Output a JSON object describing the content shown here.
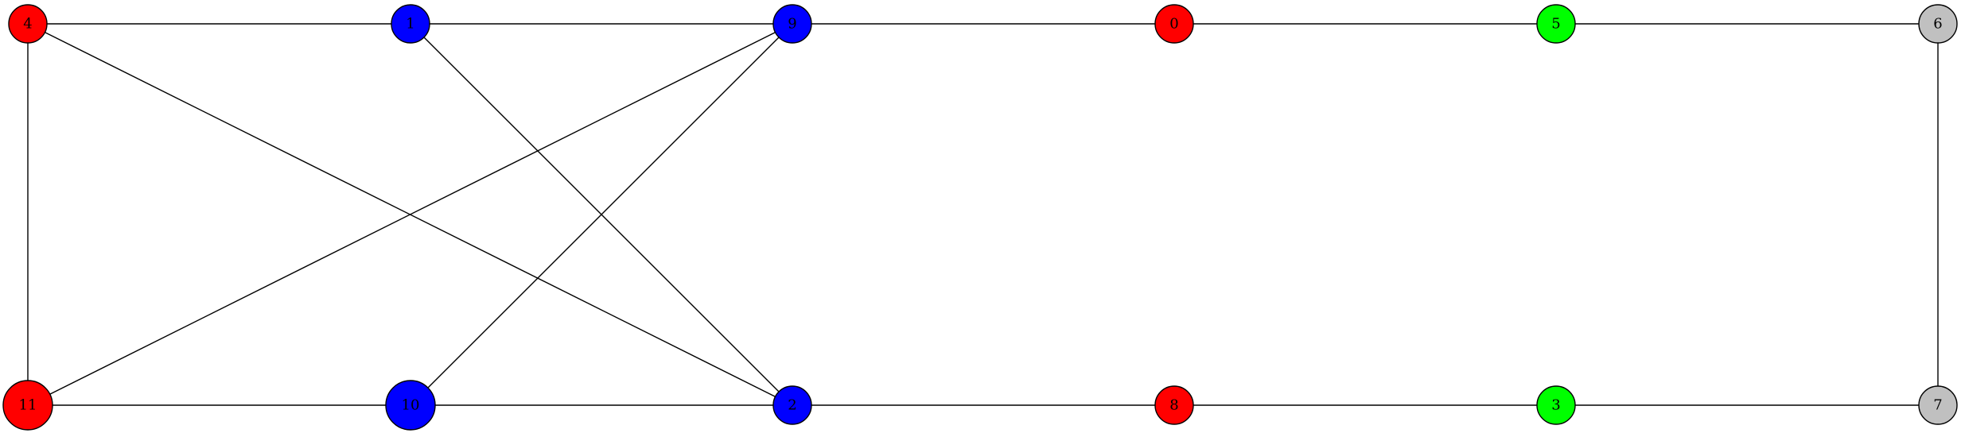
{
  "graph": {
    "nodes": [
      {
        "id": "n0",
        "label": "0",
        "color": "#ff0000"
      },
      {
        "id": "n1",
        "label": "1",
        "color": "#0000ff"
      },
      {
        "id": "n2",
        "label": "2",
        "color": "#0000ff"
      },
      {
        "id": "n3",
        "label": "3",
        "color": "#00ff00"
      },
      {
        "id": "n4",
        "label": "4",
        "color": "#ff0000"
      },
      {
        "id": "n5",
        "label": "5",
        "color": "#00ff00"
      },
      {
        "id": "n6",
        "label": "6",
        "color": "#c0c0c0"
      },
      {
        "id": "n7",
        "label": "7",
        "color": "#c0c0c0"
      },
      {
        "id": "n8",
        "label": "8",
        "color": "#ff0000"
      },
      {
        "id": "n9",
        "label": "9",
        "color": "#0000ff"
      },
      {
        "id": "n10",
        "label": "10",
        "color": "#0000ff"
      },
      {
        "id": "n11",
        "label": "11",
        "color": "#ff0000"
      }
    ],
    "edges": [
      [
        "n4",
        "n1"
      ],
      [
        "n1",
        "n9"
      ],
      [
        "n9",
        "n0"
      ],
      [
        "n0",
        "n5"
      ],
      [
        "n5",
        "n6"
      ],
      [
        "n6",
        "n7"
      ],
      [
        "n7",
        "n3"
      ],
      [
        "n3",
        "n8"
      ],
      [
        "n8",
        "n2"
      ],
      [
        "n2",
        "n10"
      ],
      [
        "n10",
        "n11"
      ],
      [
        "n11",
        "n4"
      ],
      [
        "n4",
        "n2"
      ],
      [
        "n1",
        "n2"
      ],
      [
        "n9",
        "n11"
      ],
      [
        "n9",
        "n10"
      ]
    ]
  }
}
